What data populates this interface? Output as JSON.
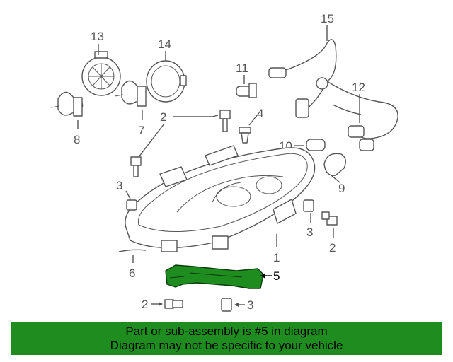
{
  "callouts": {
    "c1": "1",
    "c2a": "2",
    "c2b": "2",
    "c2c": "2",
    "c3a": "3",
    "c3b": "3",
    "c3c": "3",
    "c4": "4",
    "c5": "5",
    "c6": "6",
    "c7": "7",
    "c8": "8",
    "c9": "9",
    "c10": "10",
    "c11": "11",
    "c12": "12",
    "c13": "13",
    "c14": "14",
    "c15": "15"
  },
  "colors": {
    "highlight": "#1e8c1e",
    "banner": "#1e8c1e",
    "linework": "#555555"
  },
  "banner": {
    "line1": "Part or sub-assembly is #5 in diagram",
    "line2": "Diagram may not be specific to your vehicle"
  }
}
